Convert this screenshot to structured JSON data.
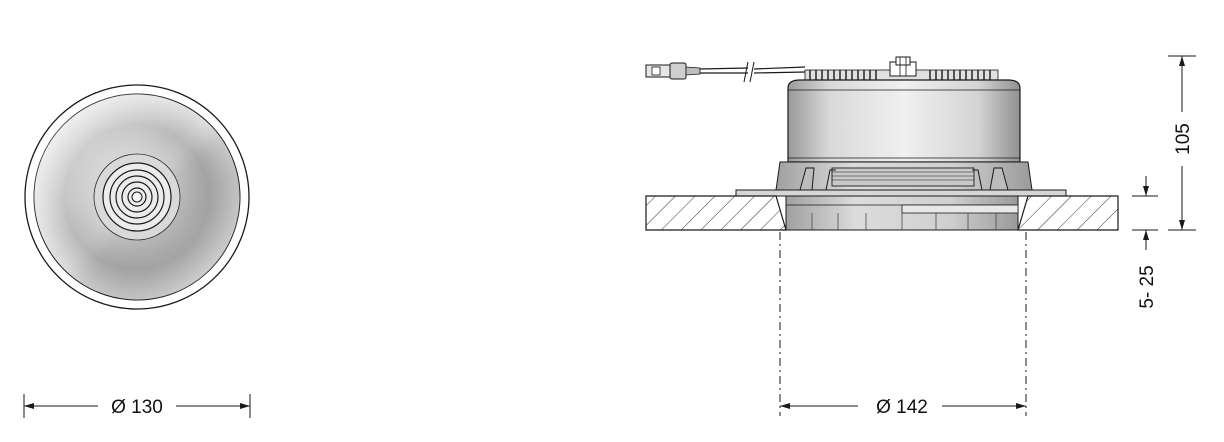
{
  "views": {
    "top": {
      "name": "top view of downlight",
      "diameter_label": "Ø 130"
    },
    "side": {
      "name": "side section view in ceiling",
      "cutout_diameter_label": "Ø 142",
      "height_label": "105",
      "ceiling_thickness_label": "5- 25"
    }
  },
  "colors": {
    "line": "#1a1a1a",
    "body_light": "#e4e4e4",
    "body_mid": "#bdbdbd",
    "body_dark": "#8f8f8f",
    "reflector_light": "#f2f2f2",
    "reflector_dark": "#a8a8a8"
  }
}
